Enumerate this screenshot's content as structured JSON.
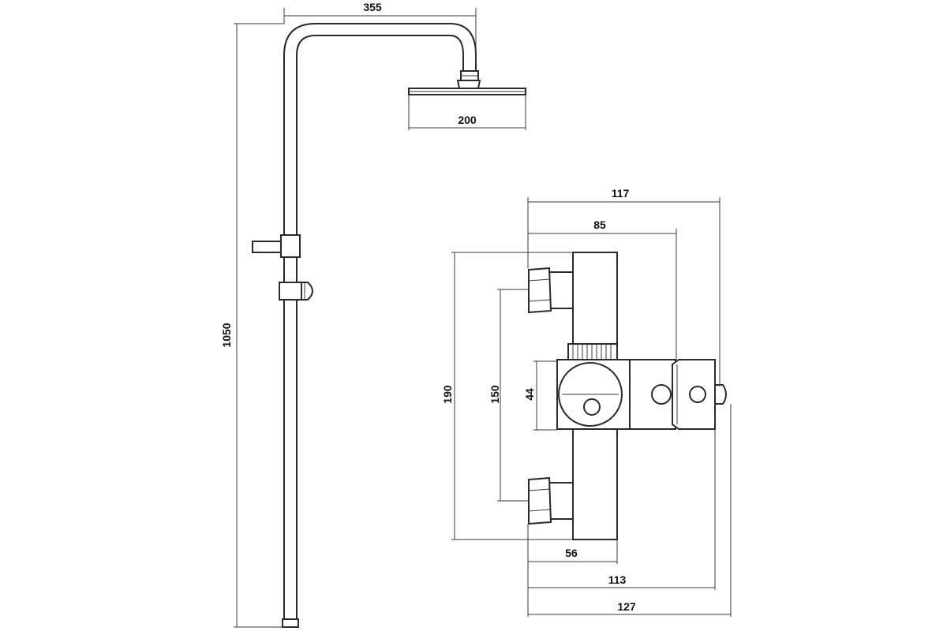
{
  "dimensions": {
    "column_height": "1050",
    "arm_reach": "355",
    "head_width": "200",
    "mixer_overall_width": "117",
    "mixer_body_depth": "85",
    "mixer_height": "190",
    "inlet_spacing": "150",
    "outlet_height": "44",
    "inlet_depth": "56",
    "depth_to_handle": "113",
    "depth_overall": "127"
  }
}
